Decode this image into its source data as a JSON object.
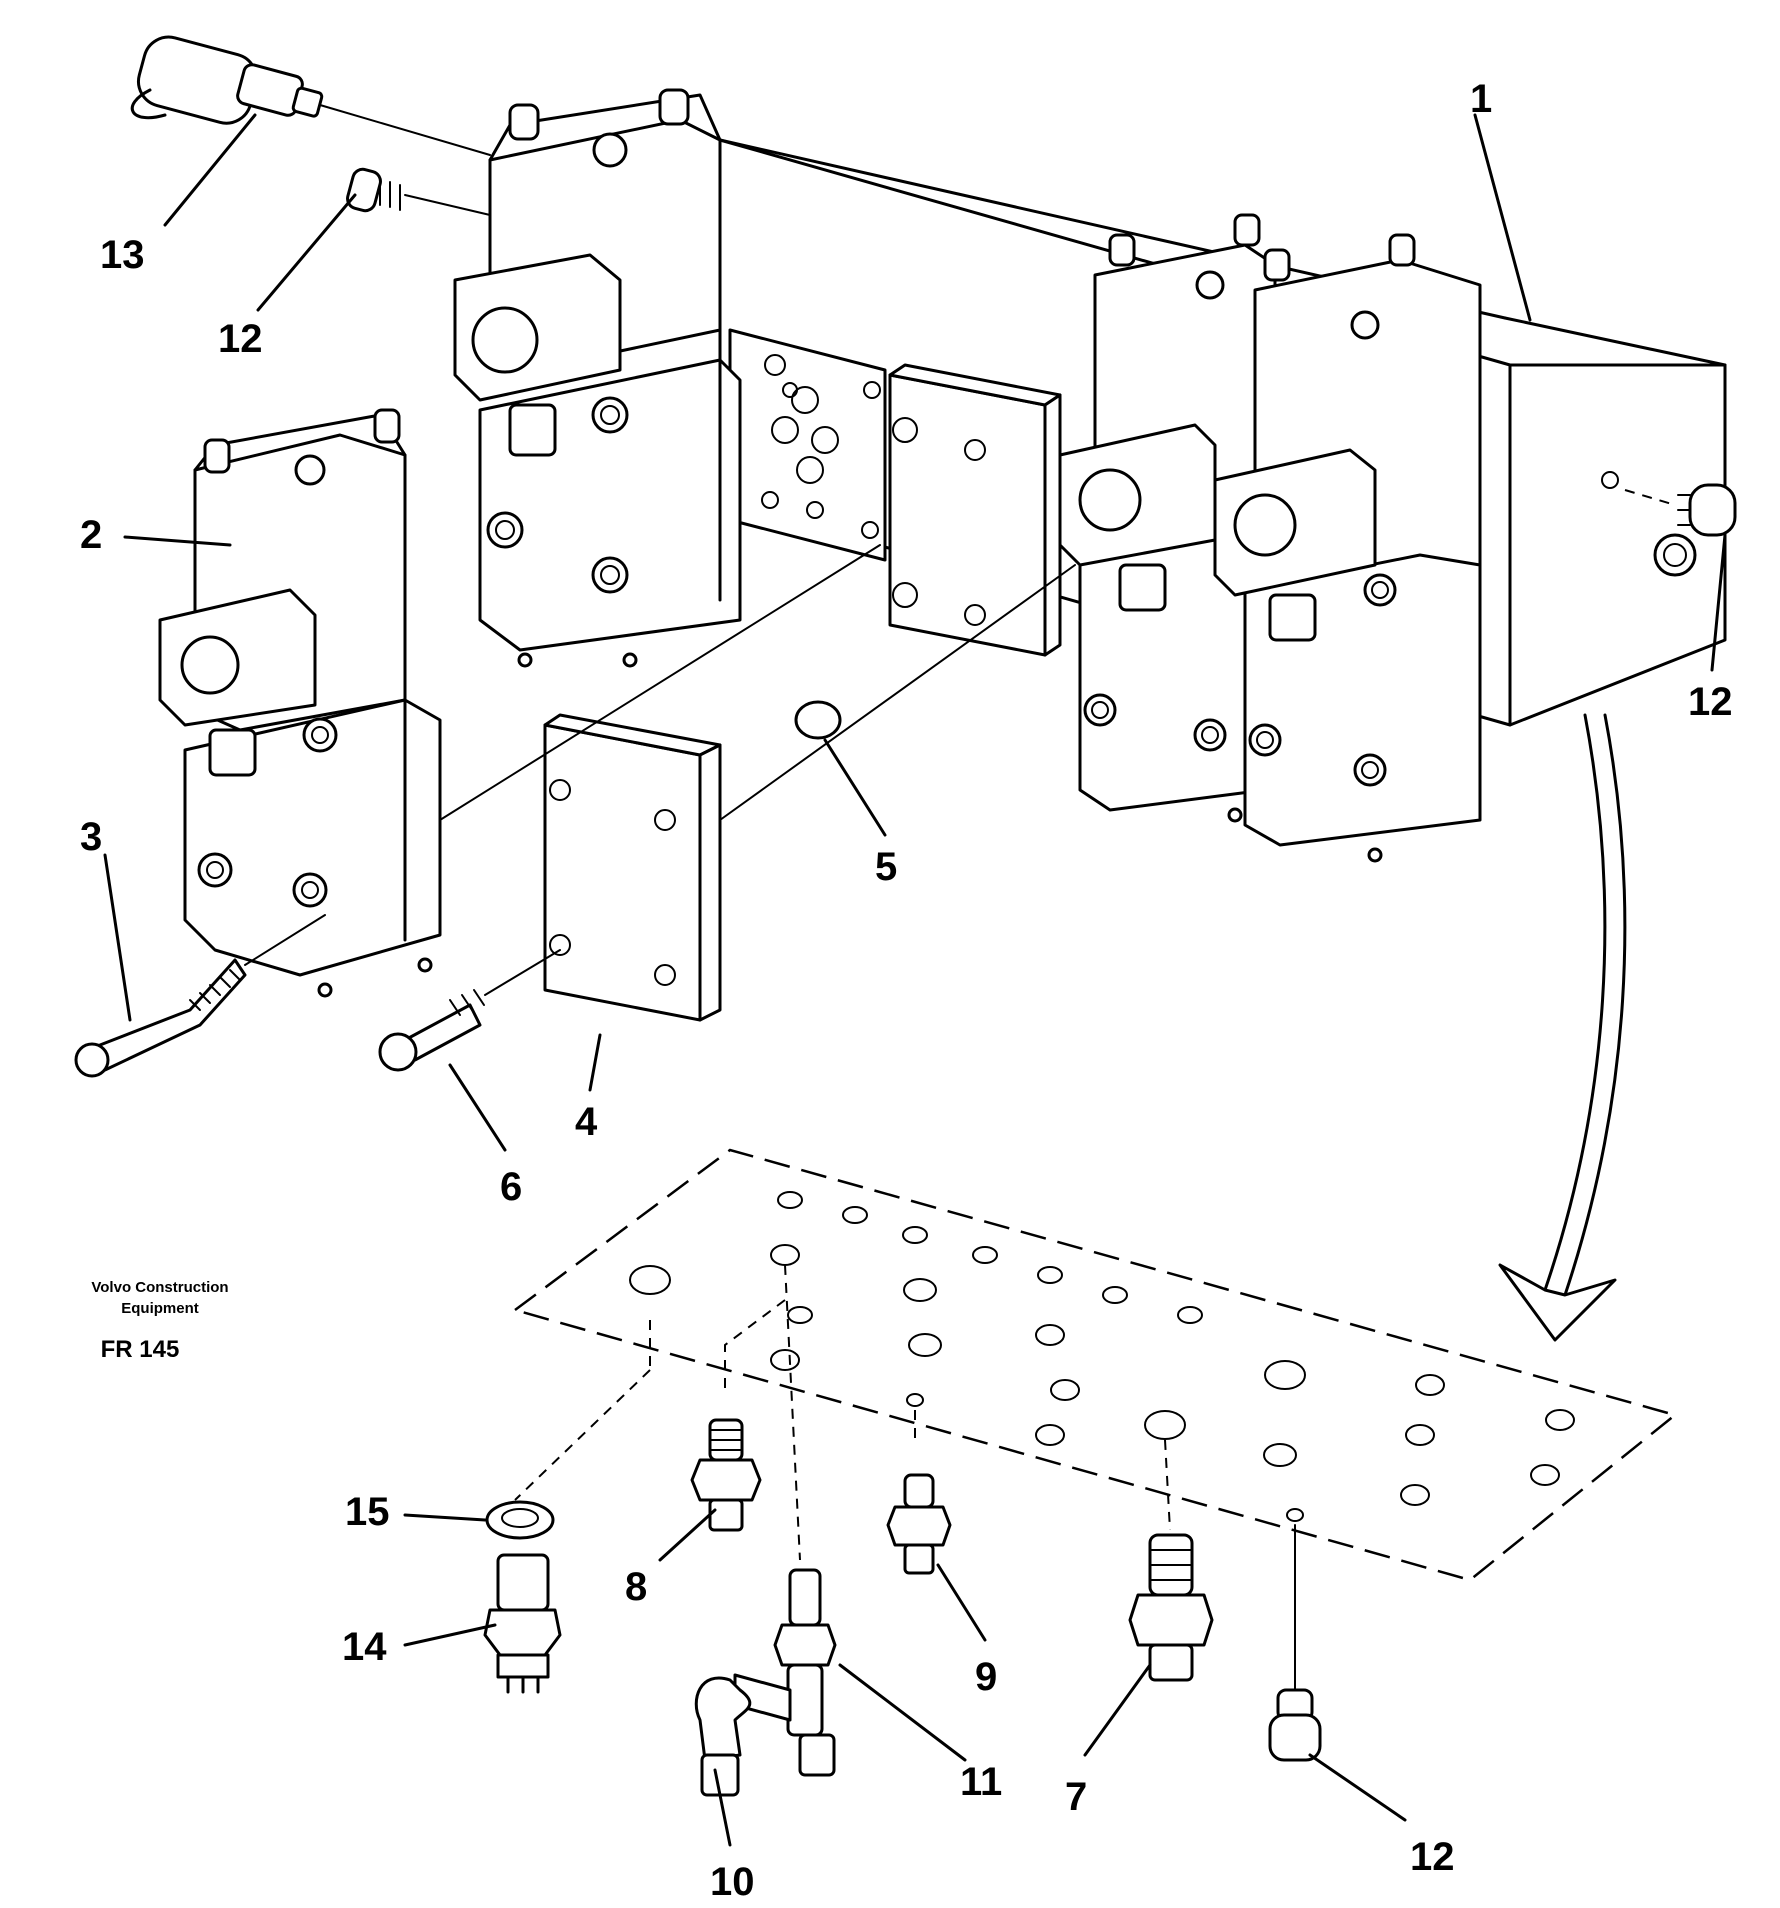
{
  "publisher": {
    "name_line1": "Volvo Construction",
    "name_line2": "Equipment"
  },
  "figure_code": "FR 145",
  "callouts": [
    "1",
    "2",
    "3",
    "4",
    "5",
    "6",
    "7",
    "8",
    "9",
    "10",
    "11",
    "12",
    "13",
    "14",
    "15"
  ]
}
